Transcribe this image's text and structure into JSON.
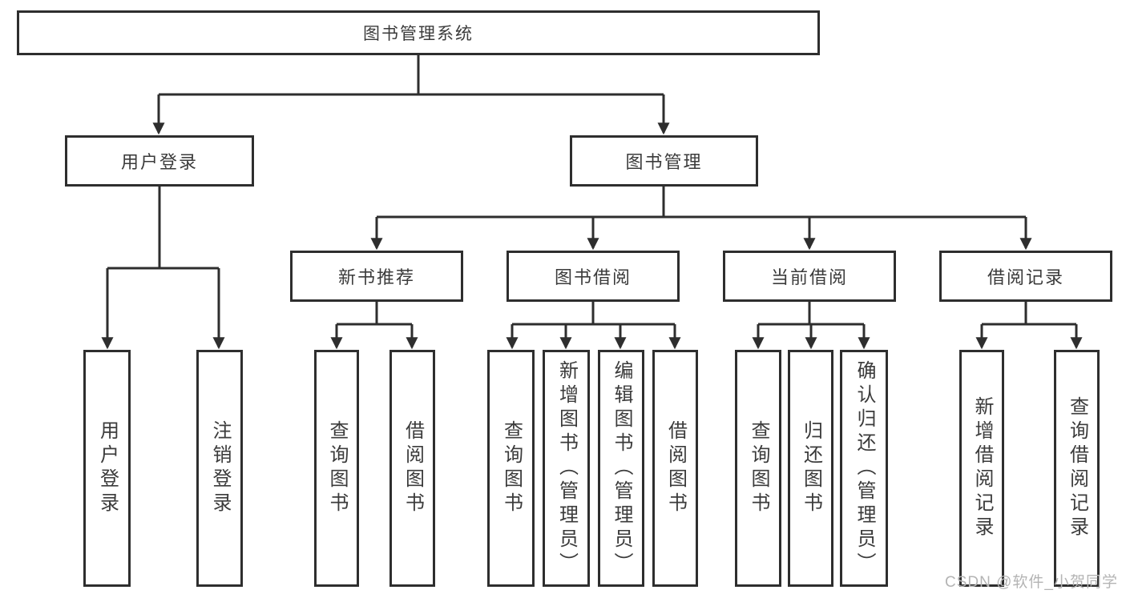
{
  "diagram": {
    "title_node": {
      "label": "图书管理系统"
    },
    "level2": [
      {
        "label": "用户登录"
      },
      {
        "label": "图书管理"
      }
    ],
    "level3": [
      {
        "label": "新书推荐",
        "parent": "图书管理"
      },
      {
        "label": "图书借阅",
        "parent": "图书管理"
      },
      {
        "label": "当前借阅",
        "parent": "图书管理"
      },
      {
        "label": "借阅记录",
        "parent": "图书管理"
      }
    ],
    "leaves": [
      {
        "label": "用户登录",
        "parent": "用户登录"
      },
      {
        "label": "注销登录",
        "parent": "用户登录"
      },
      {
        "label": "查询图书",
        "parent": "新书推荐"
      },
      {
        "label": "借阅图书",
        "parent": "新书推荐"
      },
      {
        "label": "查询图书",
        "parent": "图书借阅"
      },
      {
        "label": "新增图书（管理员）",
        "parent": "图书借阅"
      },
      {
        "label": "编辑图书（管理员）",
        "parent": "图书借阅"
      },
      {
        "label": "借阅图书",
        "parent": "图书借阅"
      },
      {
        "label": "查询图书",
        "parent": "当前借阅"
      },
      {
        "label": "归还图书",
        "parent": "当前借阅"
      },
      {
        "label": "确认归还（管理员）",
        "parent": "当前借阅"
      },
      {
        "label": "新增借阅记录",
        "parent": "借阅记录"
      },
      {
        "label": "查询借阅记录",
        "parent": "借阅记录"
      }
    ],
    "colors": {
      "line": "#2e2e2e",
      "text": "#3b3b3b",
      "background": "#ffffff",
      "watermark": "#b4b4b4"
    }
  },
  "watermark": {
    "text": "CSDN @软件_小贺同学"
  }
}
